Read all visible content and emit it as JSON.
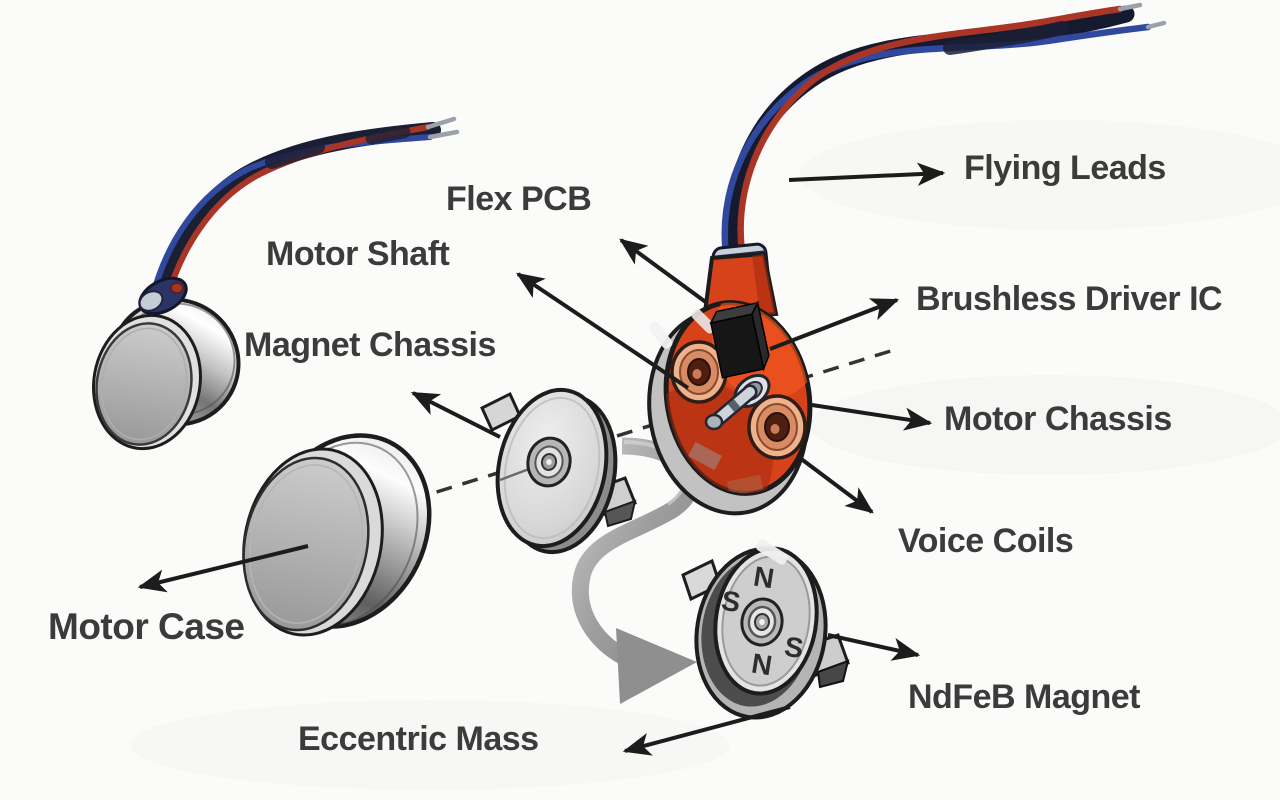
{
  "figure": {
    "labels": {
      "flex_pcb": "Flex PCB",
      "motor_shaft": "Motor Shaft",
      "magnet_chassis": "Magnet Chassis",
      "flying_leads": "Flying Leads",
      "brushless_driver_ic": "Brushless Driver IC",
      "motor_chassis": "Motor Chassis",
      "voice_coils": "Voice Coils",
      "motor_case": "Motor Case",
      "eccentric_mass": "Eccentric Mass",
      "ndfeb_magnet": "NdFeB Magnet"
    },
    "magnet_pole_marks": {
      "top": "N",
      "left": "S",
      "right": "S",
      "bottom": "N"
    },
    "colors": {
      "wire_red": "#a93526",
      "wire_blue": "#30489e",
      "wire_dark": "#1a1f33",
      "pcb_orange": "#d8421b",
      "pcb_shadow": "#a42a0f",
      "coil_copper": "#eeb28c",
      "coil_core": "#4e1e10",
      "metal_light": "#e9e9e9",
      "metal_dark": "#6f6f6f",
      "outline": "#1d1d1d",
      "arrow": "#1c1c1c",
      "text": "#3b3b3b",
      "background": "#fbfbfa"
    }
  }
}
